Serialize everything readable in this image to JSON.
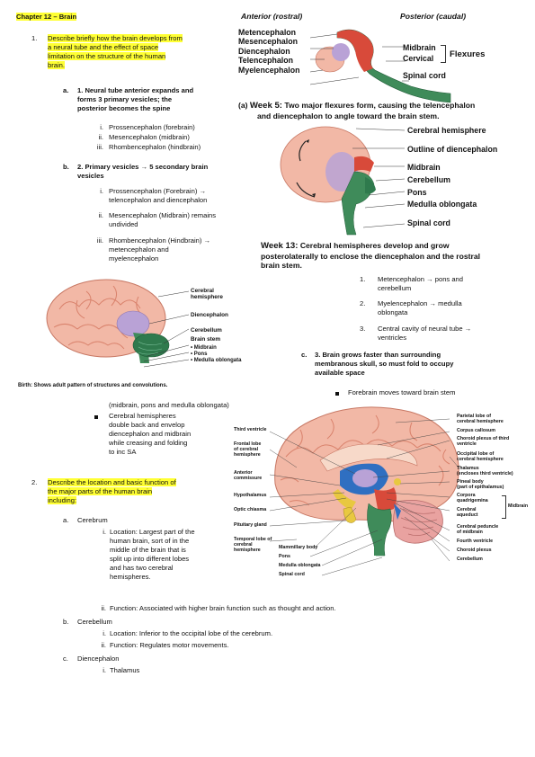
{
  "chapter_title": "Chapter 12 – Brain",
  "q1": {
    "number": "1.",
    "lines": [
      "Describe briefly how the brain develops from",
      "a neural tube and the effect of space",
      "limitation on the structure of the human",
      "brain."
    ],
    "a": {
      "marker": "a.",
      "lines": [
        "1. Neural tube anterior expands and",
        "forms 3 primary vesicles; the",
        "posterior becomes the spine"
      ],
      "items": [
        {
          "marker": "i.",
          "text": "Prossencephalon (forebrain)"
        },
        {
          "marker": "ii.",
          "text": "Mesencephalon (midbrain)"
        },
        {
          "marker": "iii.",
          "text": "Rhombencephalon (hindbrain)"
        }
      ]
    },
    "b": {
      "marker": "b.",
      "lines": [
        "2. Primary vesicles → 5 secondary brain",
        "vesicles"
      ],
      "items": [
        {
          "marker": "i.",
          "lines": [
            "Prossencephalon (Forebrain) →",
            "telencephalon and diencephalon"
          ]
        },
        {
          "marker": "ii.",
          "lines": [
            "Mesencephalon (Midbrain) remains",
            "undivided"
          ]
        },
        {
          "marker": "iii.",
          "lines": [
            "Rhombencephalon (Hindbrain) →",
            "metencephalon and",
            "myelencephalon"
          ]
        }
      ]
    },
    "c": {
      "marker": "c.",
      "lines": [
        "3. Brain grows faster than surrounding",
        "membranous skull, so must fold to occupy",
        "available space"
      ],
      "bullet1": "Forebrain moves toward brain stem",
      "cont": "(midbrain, pons and medulla oblongata)",
      "bullet2_lines": [
        "Cerebral hemispheres",
        "double back and envelop",
        "diencephalon and midbrain",
        "while creasing and folding",
        "to inc SA"
      ]
    }
  },
  "q1_right": {
    "items": [
      {
        "marker": "1.",
        "lines": [
          "Metencephalon → pons and",
          "cerebellum"
        ]
      },
      {
        "marker": "2.",
        "lines": [
          "Myelencephalon → medulla",
          "oblongata"
        ]
      },
      {
        "marker": "3.",
        "lines": [
          "Central cavity of neural tube →",
          "ventricles"
        ]
      }
    ]
  },
  "fig_week5": {
    "anterior": "Anterior (rostral)",
    "posterior": "Posterior (caudal)",
    "left_labels": [
      "Metencephalon",
      "Mesencephalon",
      "Diencephalon",
      "Telencephalon",
      "Myelencephalon"
    ],
    "midbrain": "Midbrain",
    "cervical": "Cervical",
    "flexures": "Flexures",
    "spinal_cord": "Spinal cord",
    "caption_tag": "(a)",
    "caption_bold": "Week 5:",
    "caption_lines": [
      "Two major flexures form, causing the telencephalon",
      "and diencephalon to angle toward the brain stem."
    ]
  },
  "fig_week13": {
    "labels": [
      "Cerebral hemisphere",
      "Outline of diencephalon",
      "Midbrain",
      "Cerebellum",
      "Pons",
      "Medulla oblongata",
      "Spinal cord"
    ],
    "caption_bold": "Week 13:",
    "caption_lines": [
      "Cerebral hemispheres develop and grow",
      "posterolaterally to enclose the diencephalon and the rostral",
      "brain stem."
    ]
  },
  "fig_birth": {
    "labels": {
      "cerebral": [
        "Cerebral",
        "hemisphere"
      ],
      "diencephalon": "Diencephalon",
      "cerebellum": "Cerebellum",
      "brainstem": "Brain stem",
      "sub": [
        "• Midbrain",
        "• Pons",
        "• Medulla oblongata"
      ]
    },
    "caption_bold": "Birth:",
    "caption_rest": "Shows adult pattern of structures and convolutions."
  },
  "fig_sagittal": {
    "left_labels": [
      [
        "Third ventricle"
      ],
      [
        "Frontal lobe",
        "of cerebral",
        "hemisphere"
      ],
      [
        "Anterior",
        "commissure"
      ],
      [
        "Hypothalamus"
      ],
      [
        "Optic chiasma"
      ],
      [
        "Pituitary gland"
      ],
      [
        "Temporal lobe of",
        "cerebral",
        "hemisphere"
      ]
    ],
    "bottom_labels": [
      "Mammillary body",
      "Pons",
      "Medulla oblongata",
      "Spinal cord"
    ],
    "right_labels": [
      [
        "Parietal lobe of",
        "cerebral hemisphere"
      ],
      [
        "Corpus callosum"
      ],
      [
        "Choroid plexus of third",
        "ventricle"
      ],
      [
        "Occipital lobe of",
        "cerebral hemisphere"
      ],
      [
        "Thalamus",
        "(encloses third ventricle)"
      ],
      [
        "Pineal body",
        "(part of epithalamus)"
      ],
      [
        "Corpora",
        "quadrigemina"
      ],
      [
        "Cerebral",
        "aqueduct"
      ],
      [
        "Cerebral peduncle",
        "of midbrain"
      ],
      [
        "Fourth ventricle"
      ],
      [
        "Choroid plexus"
      ],
      [
        "Cerebellum"
      ]
    ],
    "midbrain": "Midbrain"
  },
  "q2": {
    "number": "2.",
    "lines": [
      "Describe the location and basic function of",
      "the major parts of the human brain",
      "including:"
    ],
    "a": {
      "marker": "a.",
      "title": "Cerebrum",
      "i_marker": "i.",
      "i_lines": [
        "Location: Largest part of the",
        "human brain, sort of in the",
        "middle of the brain that is",
        "split up into different lobes",
        "and has two cerebral",
        "hemispheres."
      ],
      "ii_marker": "ii.",
      "ii_text": "Function: Associated with higher brain function such as thought and action."
    },
    "b": {
      "marker": "b.",
      "title": "Cerebellum",
      "i_marker": "i.",
      "i_text": "Location: Inferior to the occipital lobe of the cerebrum.",
      "ii_marker": "ii.",
      "ii_text": "Function: Regulates motor movements."
    },
    "c": {
      "marker": "c.",
      "title": "Diencephalon",
      "i_marker": "i.",
      "i_text": "Thalamus"
    }
  },
  "colors": {
    "highlight": "#ffff33",
    "brain_pink": "#f2b8a6",
    "gyri_line": "#d9826c",
    "purple": "#b9a2d6",
    "green": "#3f8b5a",
    "red": "#d84a3a",
    "blue": "#2f6fc1",
    "yellow": "#e8c840"
  },
  "icons": [
    "arrow-right-icon",
    "square-bullet-icon",
    "rotation-arrow-icon"
  ]
}
